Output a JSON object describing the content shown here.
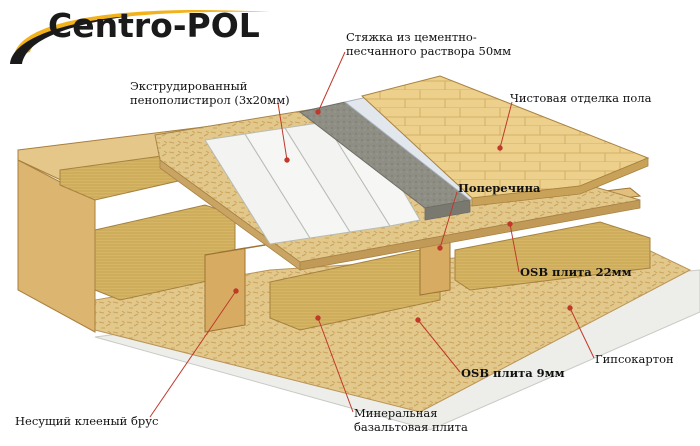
{
  "logo": {
    "text": "Centro-POL"
  },
  "labels": {
    "screed_line1": "Стяжка из цементно-",
    "screed_line2": "песчанного раствора 50мм",
    "finish": "Чистовая отделка пола",
    "eps_line1": "Экструдированный",
    "eps_line2": "пенополистирол (3х20мм)",
    "crossbar": "Поперечина",
    "osb22": "OSB плита 22мм",
    "gypsum": "Гипсокартон",
    "osb9": "OSB плита 9мм",
    "beam": "Несущий клееный брус",
    "mineral_line1": "Минеральная",
    "mineral_line2": "базальтовая плита"
  },
  "colors": {
    "leader": "#c0392b",
    "wood_light": "#e9cf93",
    "wood_mid": "#d9b36c",
    "wood_dark": "#b88a45",
    "osb": "#e3c88c",
    "wool": "#d8b968",
    "eps": "#f2f3f0",
    "screed": "#8e8d83",
    "membrane": "#dfe4ea",
    "parquet": "#e8c77c",
    "gypsum": "#eeeeec"
  }
}
